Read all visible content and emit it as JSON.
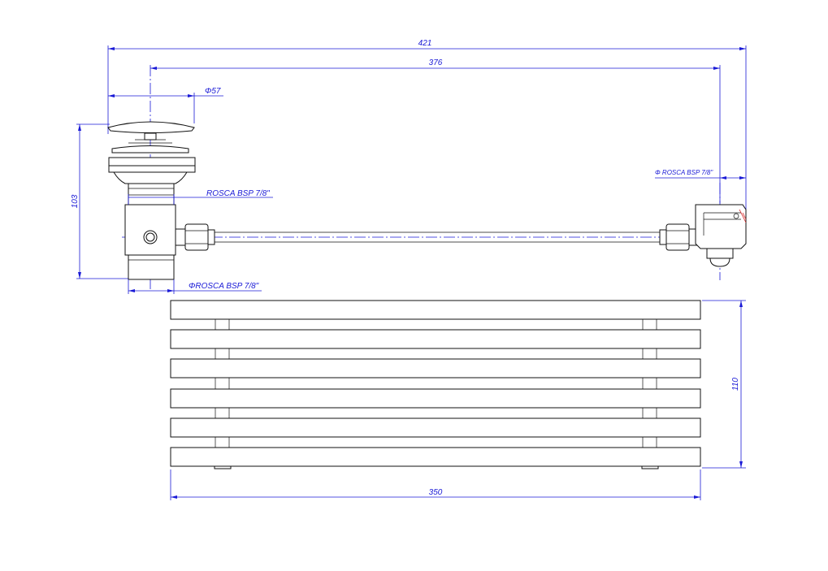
{
  "dimensions": {
    "overall_width": "421",
    "axis_distance": "376",
    "diameter_cap": "Φ57",
    "height_left": "103",
    "thread_top": "ROSCA BSP 7/8\"",
    "thread_bottom": "ΦROSCA BSP 7/8\"",
    "thread_right": "Φ ROSCA BSP 7/8\"",
    "radiator_height": "110",
    "radiator_width": "350"
  },
  "radiator": {
    "bar_count": 6
  },
  "colors": {
    "dimension": "#1a1ad6",
    "outline": "#111111",
    "accent": "#d61a1a"
  }
}
